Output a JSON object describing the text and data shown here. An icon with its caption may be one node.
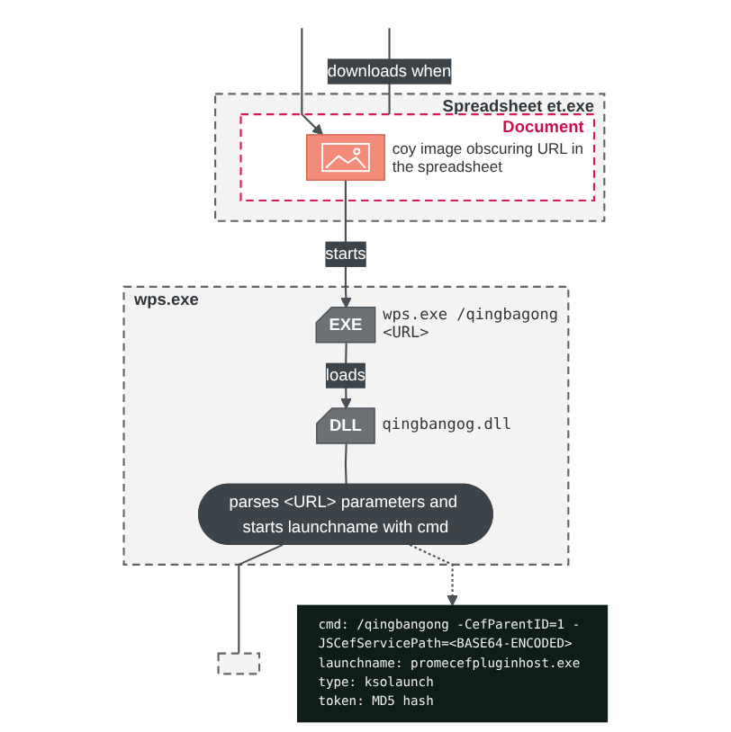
{
  "diagram": {
    "nodes": [
      {
        "text": [
          "Spreadsheet et.exe"
        ]
      },
      {
        "text": [
          "Document"
        ],
        "in": 0
      },
      {
        "text": [],
        "shape": "picture",
        "in": 1,
        "beside": [
          "coy image obscuring URL in the spreadsheet"
        ]
      },
      {
        "text": [
          "wps.exe"
        ]
      },
      {
        "text": [
          "EXE"
        ],
        "in": 3,
        "beside": [
          "wps.exe /qingbagong <URL>"
        ]
      },
      {
        "text": [
          "DLL"
        ],
        "in": 3,
        "beside": [
          "qingbangog.dll"
        ]
      },
      {
        "text": [],
        "shape": "box"
      },
      {
        "text": [
          "parses <URL> parameters and starts launchname with cmd"
        ],
        "in": 3
      },
      {
        "text": [
          "cmd: /qingbangong -CefParentID=1 -JSCefServicePath=<BASE64-ENCODED>",
          "launchname: promecefpluginhost.exe",
          "type: ksolaunch",
          "token: MD5 hash"
        ]
      }
    ],
    "edges": [
      {
        "from": null,
        "to": 2,
        "arrow": "to"
      },
      {
        "from": 1,
        "to": null,
        "arrow": "none",
        "label": "downloads when"
      },
      {
        "from": 2,
        "to": 4,
        "arrow": "to",
        "label": "starts"
      },
      {
        "from": 4,
        "to": 5,
        "arrow": "to",
        "label": "loads"
      },
      {
        "from": 5,
        "to": 7,
        "arrow": "none"
      },
      {
        "from": 7,
        "to": 6,
        "arrow": "none"
      },
      {
        "from": 7,
        "to": 8,
        "arrow": "to",
        "style": "dashed"
      }
    ]
  }
}
